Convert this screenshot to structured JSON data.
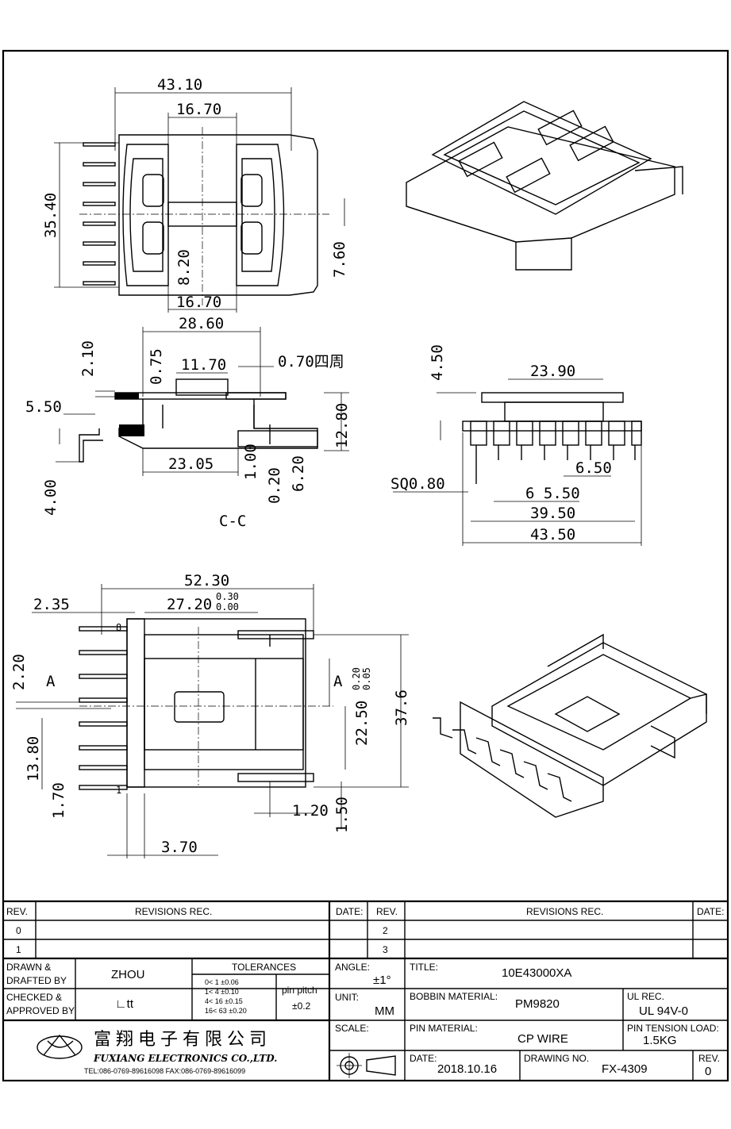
{
  "drawing": {
    "top_view": {
      "d_width": "43.10",
      "d_inner_top": "16.70",
      "d_height": "35.40",
      "d_slot": "7.60",
      "d_bar": "8.20",
      "d_inner_bottom": "16.70"
    },
    "section_view": {
      "label": "C-C",
      "d_width": "28.60",
      "d_flange": "2.10",
      "d_wall": "0.75",
      "d_window": "11.70",
      "d_note": "0.70四周",
      "d_step": "5.50",
      "d_height": "12.80",
      "d_base": "23.05",
      "d_a": "1.00",
      "d_b": "0.20",
      "d_c": "6.20",
      "d_pin": "4.00"
    },
    "side_view": {
      "d_height": "4.50",
      "d_top": "23.90",
      "d_pitch1": "6.50",
      "d_pin_sq": "SQ0.80",
      "d_pitch2": "6 5.50",
      "d_span": "39.50",
      "d_total": "43.50"
    },
    "bottom_view": {
      "d_width": "52.30",
      "d_left": "2.35",
      "d_window": "27.20",
      "d_window_tol_up": "0.30",
      "d_window_tol_dn": "0.00",
      "d_pin_off": "2.20",
      "section_mark": "A",
      "d_pin_row": "13.80",
      "d_pin_gap": "1.70",
      "d_inner": "22.50",
      "d_inner_tol_up": "0.20",
      "d_inner_tol_dn": "0.05",
      "d_total": "37.6",
      "d_slot": "1.20",
      "d_edge": "1.50",
      "d_flange": "3.70",
      "pin_first": "1",
      "pin_last": "8"
    }
  },
  "title_block": {
    "rev_header": "REV.",
    "revisions_header": "REVISIONS    REC.",
    "date_header": "DATE:",
    "rev_rows_left": [
      "0",
      "1"
    ],
    "rev_rows_right": [
      "2",
      "3"
    ],
    "drawn_by_label_1": "DRAWN  &",
    "drawn_by_label_2": "DRAFTED BY",
    "drawn_by_value": "ZHOU",
    "checked_label_1": "CHECKED  &",
    "checked_label_2": "APPROVED BY",
    "checked_value": "∟tt",
    "tolerances_label": "TOLERANCES",
    "tolerance_rows": [
      "0<   1    ±0.06",
      "1<   4    ±0.10",
      "4<   16   ±0.15",
      "16<  63   ±0.20"
    ],
    "pin_pitch_label": "pin pitch",
    "pin_pitch_value": "±0.2",
    "angle_label": "ANGLE:",
    "angle_value": "±1°",
    "unit_label": "UNIT:",
    "unit_value": "MM",
    "scale_label": "SCALE:",
    "title_label": "TITLE:",
    "title_value": "10E43000XA",
    "bobbin_material_label": "BOBBIN  MATERIAL:",
    "bobbin_material_value": "PM9820",
    "ul_rec_label": "UL  REC.",
    "ul_rec_value": "UL  94V-0",
    "pin_material_label": "PIN  MATERIAL:",
    "pin_material_value": "CP  WIRE",
    "pin_tension_label": "PIN  TENSION  LOAD:",
    "pin_tension_value": "1.5KG",
    "date_label": "DATE:",
    "date_value": "2018.10.16",
    "drawing_no_label": "DRAWING  NO.",
    "drawing_no_value": "FX-4309",
    "rev_label": "REV.",
    "rev_value": "0",
    "company_cn": "富翔电子有限公司",
    "company_en": "FUXIANG  ELECTRONICS  CO.,LTD.",
    "contact": "TEL:086-0769-89616098   FAX:086-0769-89616099"
  }
}
